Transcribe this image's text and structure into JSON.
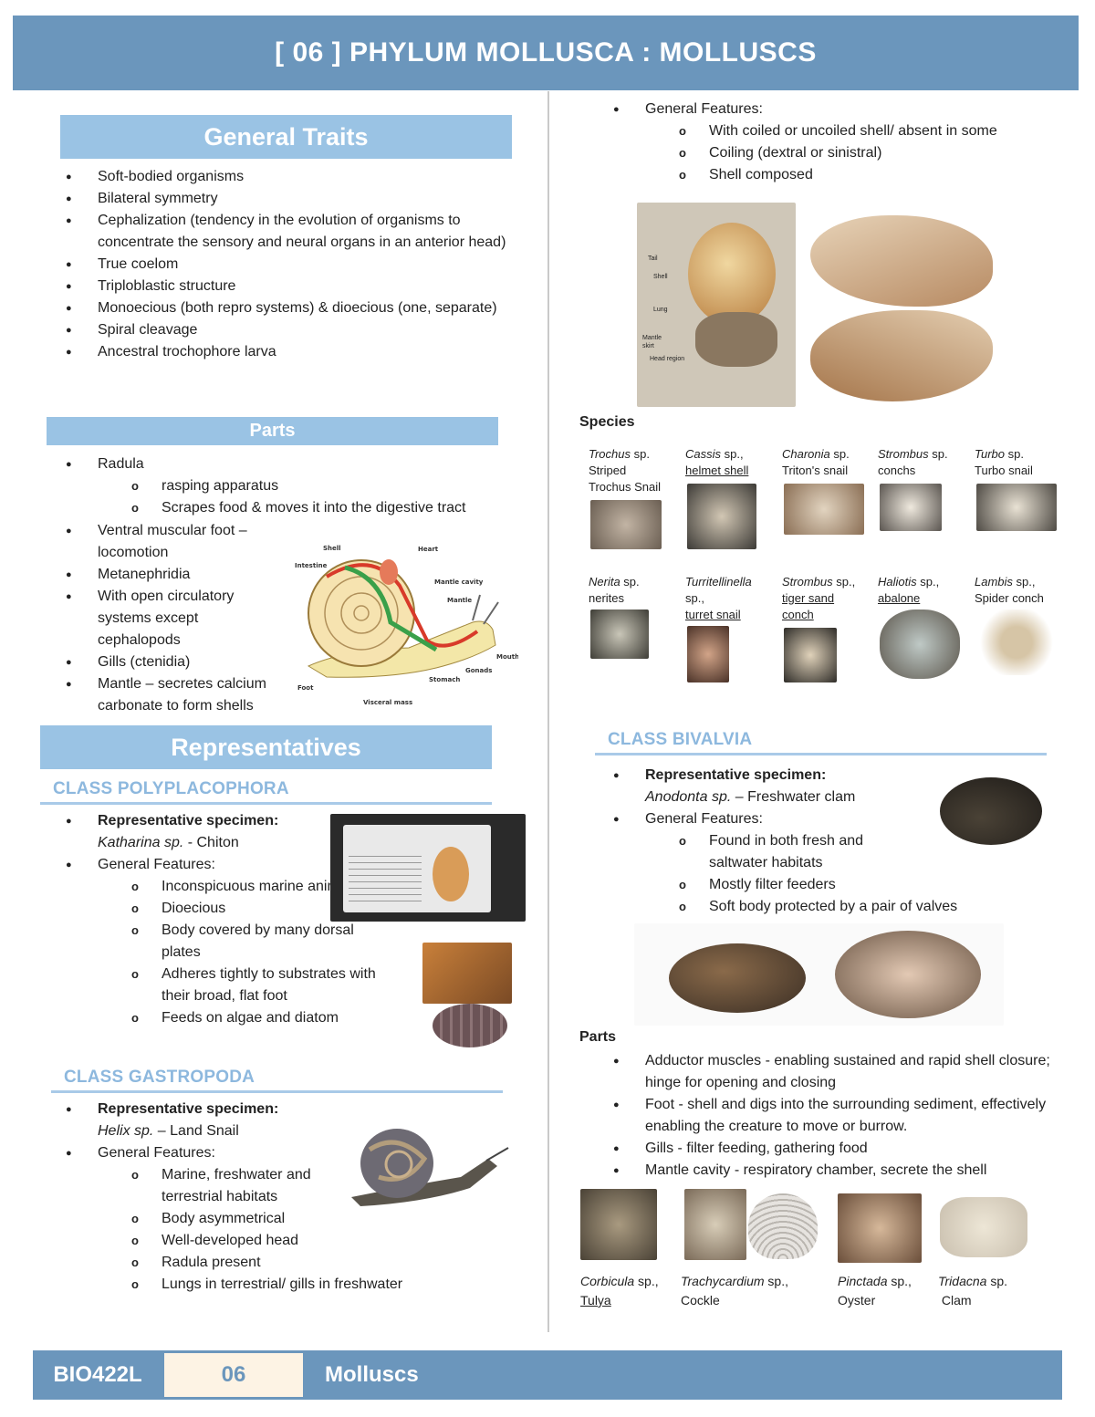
{
  "header": {
    "title": "[ 06 ]  PHYLUM MOLLUSCA : MOLLUSCS"
  },
  "general_traits": {
    "heading": "General Traits",
    "items": [
      "Soft-bodied organisms",
      "Bilateral symmetry",
      "Cephalization  (tendency in the evolution of organisms to concentrate the sensory and neural organs in an anterior head)",
      "True coelom",
      "Triploblastic structure",
      "Monoecious (both repro systems) & dioecious (one, separate)",
      "Spiral cleavage",
      "Ancestral trochophore larva"
    ]
  },
  "parts": {
    "heading": "Parts",
    "radula": "Radula",
    "radula_sub": [
      "rasping apparatus",
      "Scrapes food & moves it into the digestive tract"
    ],
    "items": [
      "Ventral muscular foot – locomotion",
      "Metanephridia",
      "With open circulatory systems except cephalopods",
      "Gills (ctenidia)",
      "Mantle – secretes calcium carbonate to form shells"
    ],
    "diagram_labels": {
      "shell": "Shell",
      "heart": "Heart",
      "intestine": "Intestine",
      "mantle_cavity": "Mantle cavity",
      "mantle": "Mantle",
      "mouth": "Mouth",
      "gonads": "Gonads",
      "stomach": "Stomach",
      "foot": "Foot",
      "visceral_mass": "Visceral mass"
    }
  },
  "representatives": {
    "heading": "Representatives",
    "polyplacophora": {
      "title": "CLASS POLYPLACOPHORA",
      "rep_label": "Representative specimen:",
      "rep_genus": "Katharina sp.",
      "rep_common": " - Chiton",
      "features_label": "General Features:",
      "features": [
        "Inconspicuous marine animals",
        "Dioecious",
        "Body covered by many dorsal plates",
        "Adheres tightly to substrates with their broad, flat foot",
        "Feeds on algae and diatom"
      ]
    },
    "gastropoda": {
      "title": "CLASS GASTROPODA",
      "rep_label": "Representative specimen:",
      "rep_genus": "Helix sp.",
      "rep_common": " – Land Snail",
      "features_label": "General Features:",
      "features": [
        "Marine, freshwater and terrestrial habitats",
        "Body asymmetrical",
        "Well-developed head",
        "Radula present",
        "Lungs in terrestrial/ gills in freshwater"
      ],
      "features_right": [
        "With coiled or uncoiled shell/ absent in some",
        "Coiling (dextral or sinistral)",
        "Shell composed"
      ],
      "photo_labels": {
        "tail": "Tail",
        "shell": "Shell",
        "lung": "Lung",
        "mantle_skirt": "Mantle skirt",
        "head_region": "Head region"
      }
    }
  },
  "species": {
    "heading": "Species",
    "row1": [
      {
        "genus": "Trochus",
        "line1": " sp.",
        "line2": "Striped",
        "line3": "Trochus Snail"
      },
      {
        "genus": "Cassis",
        "line1": " sp.,",
        "line2": "helmet shell",
        "line3": ""
      },
      {
        "genus": "Charonia",
        "line1": " sp.",
        "line2": "Triton's snail",
        "line3": ""
      },
      {
        "genus": "Strombus",
        "line1": " sp.",
        "line2": "conchs",
        "line3": ""
      },
      {
        "genus": "Turbo",
        "line1": " sp.",
        "line2": "Turbo snail",
        "line3": ""
      }
    ],
    "row2": [
      {
        "genus": "Nerita",
        "line1": " sp.",
        "line2": "nerites",
        "line3": ""
      },
      {
        "genus": "Turritellinella",
        "line1": "",
        "line2": "sp.,",
        "line3": "turret snail"
      },
      {
        "genus": "Strombus",
        "line1": " sp.,",
        "line2": "tiger sand",
        "line3": "conch"
      },
      {
        "genus": "Haliotis",
        "line1": " sp.,",
        "line2": "abalone",
        "line3": ""
      },
      {
        "genus": "Lambis",
        "line1": " sp.,",
        "line2": "Spider conch",
        "line3": ""
      }
    ]
  },
  "bivalvia": {
    "title": "CLASS BIVALVIA",
    "rep_label": "Representative specimen:",
    "rep_genus": "Anodonta sp.",
    "rep_common": " – Freshwater clam",
    "features_label": "General Features:",
    "features": [
      "Found in both fresh and saltwater habitats",
      "Mostly filter feeders",
      "Soft body protected by a pair of valves"
    ],
    "parts_heading": "Parts",
    "parts": [
      "Adductor muscles - enabling sustained and rapid shell closure; hinge for opening and closing",
      "Foot - shell and digs into the surrounding sediment, effectively enabling the creature to move or burrow.",
      "Gills - filter feeding, gathering food",
      "Mantle cavity - respiratory chamber, secrete the shell"
    ],
    "species": [
      {
        "genus": "Corbicula",
        "suffix": " sp.,",
        "common": "Tulya"
      },
      {
        "genus": "Trachycardium",
        "suffix": " sp.,",
        "common": "Cockle"
      },
      {
        "genus": "Pinctada",
        "suffix": " sp.,",
        "common": "Oyster"
      },
      {
        "genus": "Tridacna",
        "suffix": " sp.",
        "common": "Clam"
      }
    ]
  },
  "footer": {
    "course": "BIO422L",
    "number": "06",
    "topic": "Molluscs"
  },
  "colors": {
    "banner": "#6b96bc",
    "section_head": "#9ac3e4",
    "class_title": "#8db8de",
    "footer_dark": "#6b96bc",
    "footer_light": "#fdf3e4"
  }
}
